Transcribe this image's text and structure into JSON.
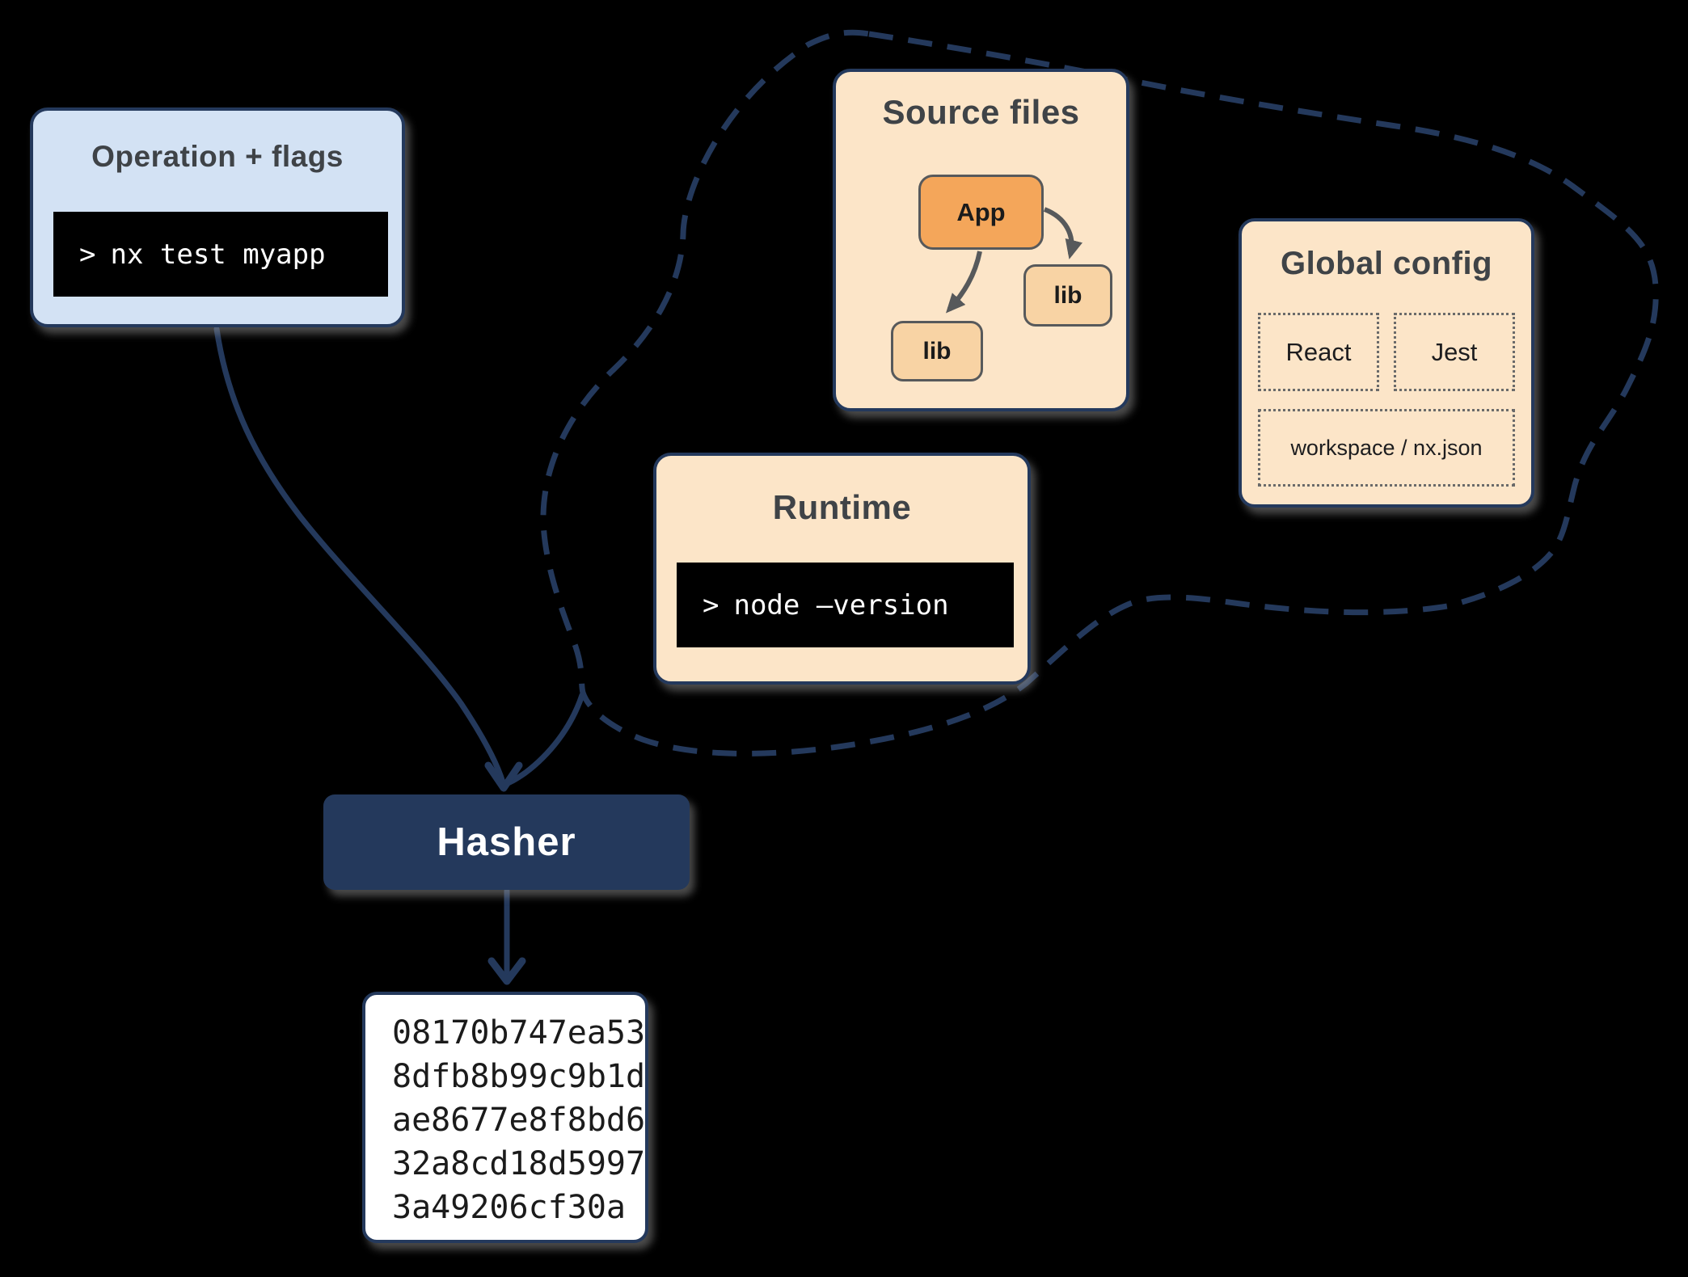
{
  "palette": {
    "navy": "#24395C",
    "light_blue": "#D3E2F4",
    "peach": "#FCE5C8",
    "orange": "#F4A65A",
    "light_orange": "#F8D3A4",
    "node_border_gray": "#57595B",
    "title_gray": "#3F4347",
    "terminal_bg": "#000000",
    "terminal_text": "#FFFFFF",
    "hash_text": "#1B1B1B"
  },
  "operation_box": {
    "title": "Operation + flags",
    "prompt": ">",
    "command": "nx test myapp"
  },
  "cloud": {
    "source_files": {
      "title": "Source files",
      "nodes": {
        "app": "App",
        "lib_right": "lib",
        "lib_left": "lib"
      }
    },
    "global_config": {
      "title": "Global config",
      "items": {
        "react": "React",
        "jest": "Jest",
        "workspace": "workspace / nx.json"
      }
    },
    "runtime": {
      "title": "Runtime",
      "prompt": ">",
      "command": "node –version"
    }
  },
  "hasher": {
    "label": "Hasher"
  },
  "hash_output": {
    "lines": [
      "08170b747ea53",
      "8dfb8b99c9b1d",
      "ae8677e8f8bd6",
      "32a8cd18d5997",
      "3a49206cf30a"
    ]
  }
}
